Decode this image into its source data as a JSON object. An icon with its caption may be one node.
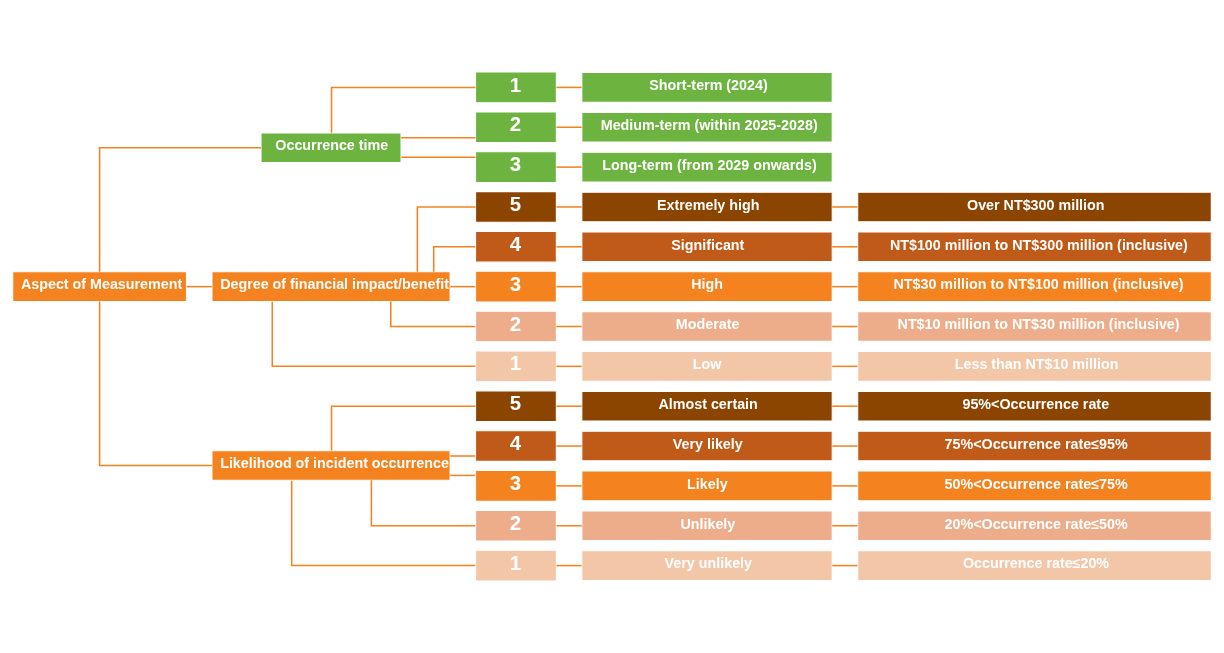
{
  "diagram": {
    "nodes": [
      {
        "text": [
          "Aspect of Measurement"
        ]
      },
      {
        "text": [
          "Occurrence time"
        ]
      },
      {
        "text": [
          "1"
        ]
      },
      {
        "text": [
          "Short-term (2024)"
        ]
      },
      {
        "text": [
          "2"
        ]
      },
      {
        "text": [
          "Medium-term (within 2025-2028)"
        ]
      },
      {
        "text": [
          "3"
        ]
      },
      {
        "text": [
          "Long-term (from 2029 onwards)"
        ]
      },
      {
        "text": [
          "Degree of financial impact/benefit"
        ]
      },
      {
        "text": [
          "5"
        ]
      },
      {
        "text": [
          "Extremely high"
        ]
      },
      {
        "text": [
          "Over NT$300 million"
        ]
      },
      {
        "text": [
          "4"
        ]
      },
      {
        "text": [
          "Significant"
        ]
      },
      {
        "text": [
          "NT$100 million to NT$300 million (inclusive)"
        ]
      },
      {
        "text": [
          "3"
        ]
      },
      {
        "text": [
          "High"
        ]
      },
      {
        "text": [
          "NT$30 million to NT$100 million (inclusive)"
        ]
      },
      {
        "text": [
          "2"
        ]
      },
      {
        "text": [
          "Moderate"
        ]
      },
      {
        "text": [
          "NT$10 million to NT$30 million (inclusive)"
        ]
      },
      {
        "text": [
          "1"
        ]
      },
      {
        "text": [
          "Low"
        ]
      },
      {
        "text": [
          "Less than NT$10 million"
        ]
      },
      {
        "text": [
          "Likelihood of incident occurrence"
        ]
      },
      {
        "text": [
          "5"
        ]
      },
      {
        "text": [
          "Almost certain"
        ]
      },
      {
        "text": [
          "95%<Occurrence rate"
        ]
      },
      {
        "text": [
          "4"
        ]
      },
      {
        "text": [
          "Very likely"
        ]
      },
      {
        "text": [
          "75%<Occurrence rate≤95%"
        ]
      },
      {
        "text": [
          "3"
        ]
      },
      {
        "text": [
          "Likely"
        ]
      },
      {
        "text": [
          "50%<Occurrence rate≤75%"
        ]
      },
      {
        "text": [
          "2"
        ]
      },
      {
        "text": [
          "Unlikely"
        ]
      },
      {
        "text": [
          "20%<Occurrence rate≤50%"
        ]
      },
      {
        "text": [
          "1"
        ]
      },
      {
        "text": [
          "Very unlikely"
        ]
      },
      {
        "text": [
          "Occurrence rate≤20%"
        ]
      }
    ],
    "edges": [
      {
        "from": 0,
        "to": 1,
        "arrow": "none"
      },
      {
        "from": 0,
        "to": 8,
        "arrow": "none"
      },
      {
        "from": 0,
        "to": 24,
        "arrow": "none"
      },
      {
        "from": 1,
        "to": 2,
        "arrow": "none"
      },
      {
        "from": 1,
        "to": 4,
        "arrow": "none"
      },
      {
        "from": 1,
        "to": 6,
        "arrow": "none"
      },
      {
        "from": 2,
        "to": 3,
        "arrow": "none"
      },
      {
        "from": 4,
        "to": 5,
        "arrow": "none"
      },
      {
        "from": 6,
        "to": 7,
        "arrow": "none"
      },
      {
        "from": 8,
        "to": 9,
        "arrow": "none"
      },
      {
        "from": 8,
        "to": 12,
        "arrow": "none"
      },
      {
        "from": 8,
        "to": 15,
        "arrow": "none"
      },
      {
        "from": 8,
        "to": 18,
        "arrow": "none"
      },
      {
        "from": 8,
        "to": 21,
        "arrow": "none"
      },
      {
        "from": 9,
        "to": 10,
        "arrow": "none"
      },
      {
        "from": 10,
        "to": 11,
        "arrow": "none"
      },
      {
        "from": 12,
        "to": 13,
        "arrow": "none"
      },
      {
        "from": 13,
        "to": 14,
        "arrow": "none"
      },
      {
        "from": 15,
        "to": 16,
        "arrow": "none"
      },
      {
        "from": 16,
        "to": 17,
        "arrow": "none"
      },
      {
        "from": 18,
        "to": 19,
        "arrow": "none"
      },
      {
        "from": 19,
        "to": 20,
        "arrow": "none"
      },
      {
        "from": 21,
        "to": 22,
        "arrow": "none"
      },
      {
        "from": 22,
        "to": 23,
        "arrow": "none"
      },
      {
        "from": 24,
        "to": 25,
        "arrow": "none"
      },
      {
        "from": 24,
        "to": 28,
        "arrow": "none"
      },
      {
        "from": 24,
        "to": 31,
        "arrow": "none"
      },
      {
        "from": 24,
        "to": 34,
        "arrow": "none"
      },
      {
        "from": 24,
        "to": 37,
        "arrow": "none"
      },
      {
        "from": 25,
        "to": 26,
        "arrow": "none"
      },
      {
        "from": 26,
        "to": 27,
        "arrow": "none"
      },
      {
        "from": 28,
        "to": 29,
        "arrow": "none"
      },
      {
        "from": 29,
        "to": 30,
        "arrow": "none"
      },
      {
        "from": 31,
        "to": 32,
        "arrow": "none"
      },
      {
        "from": 32,
        "to": 33,
        "arrow": "none"
      },
      {
        "from": 34,
        "to": 35,
        "arrow": "none"
      },
      {
        "from": 35,
        "to": 36,
        "arrow": "none"
      },
      {
        "from": 37,
        "to": 38,
        "arrow": "none"
      },
      {
        "from": 38,
        "to": 39,
        "arrow": "none"
      }
    ]
  }
}
